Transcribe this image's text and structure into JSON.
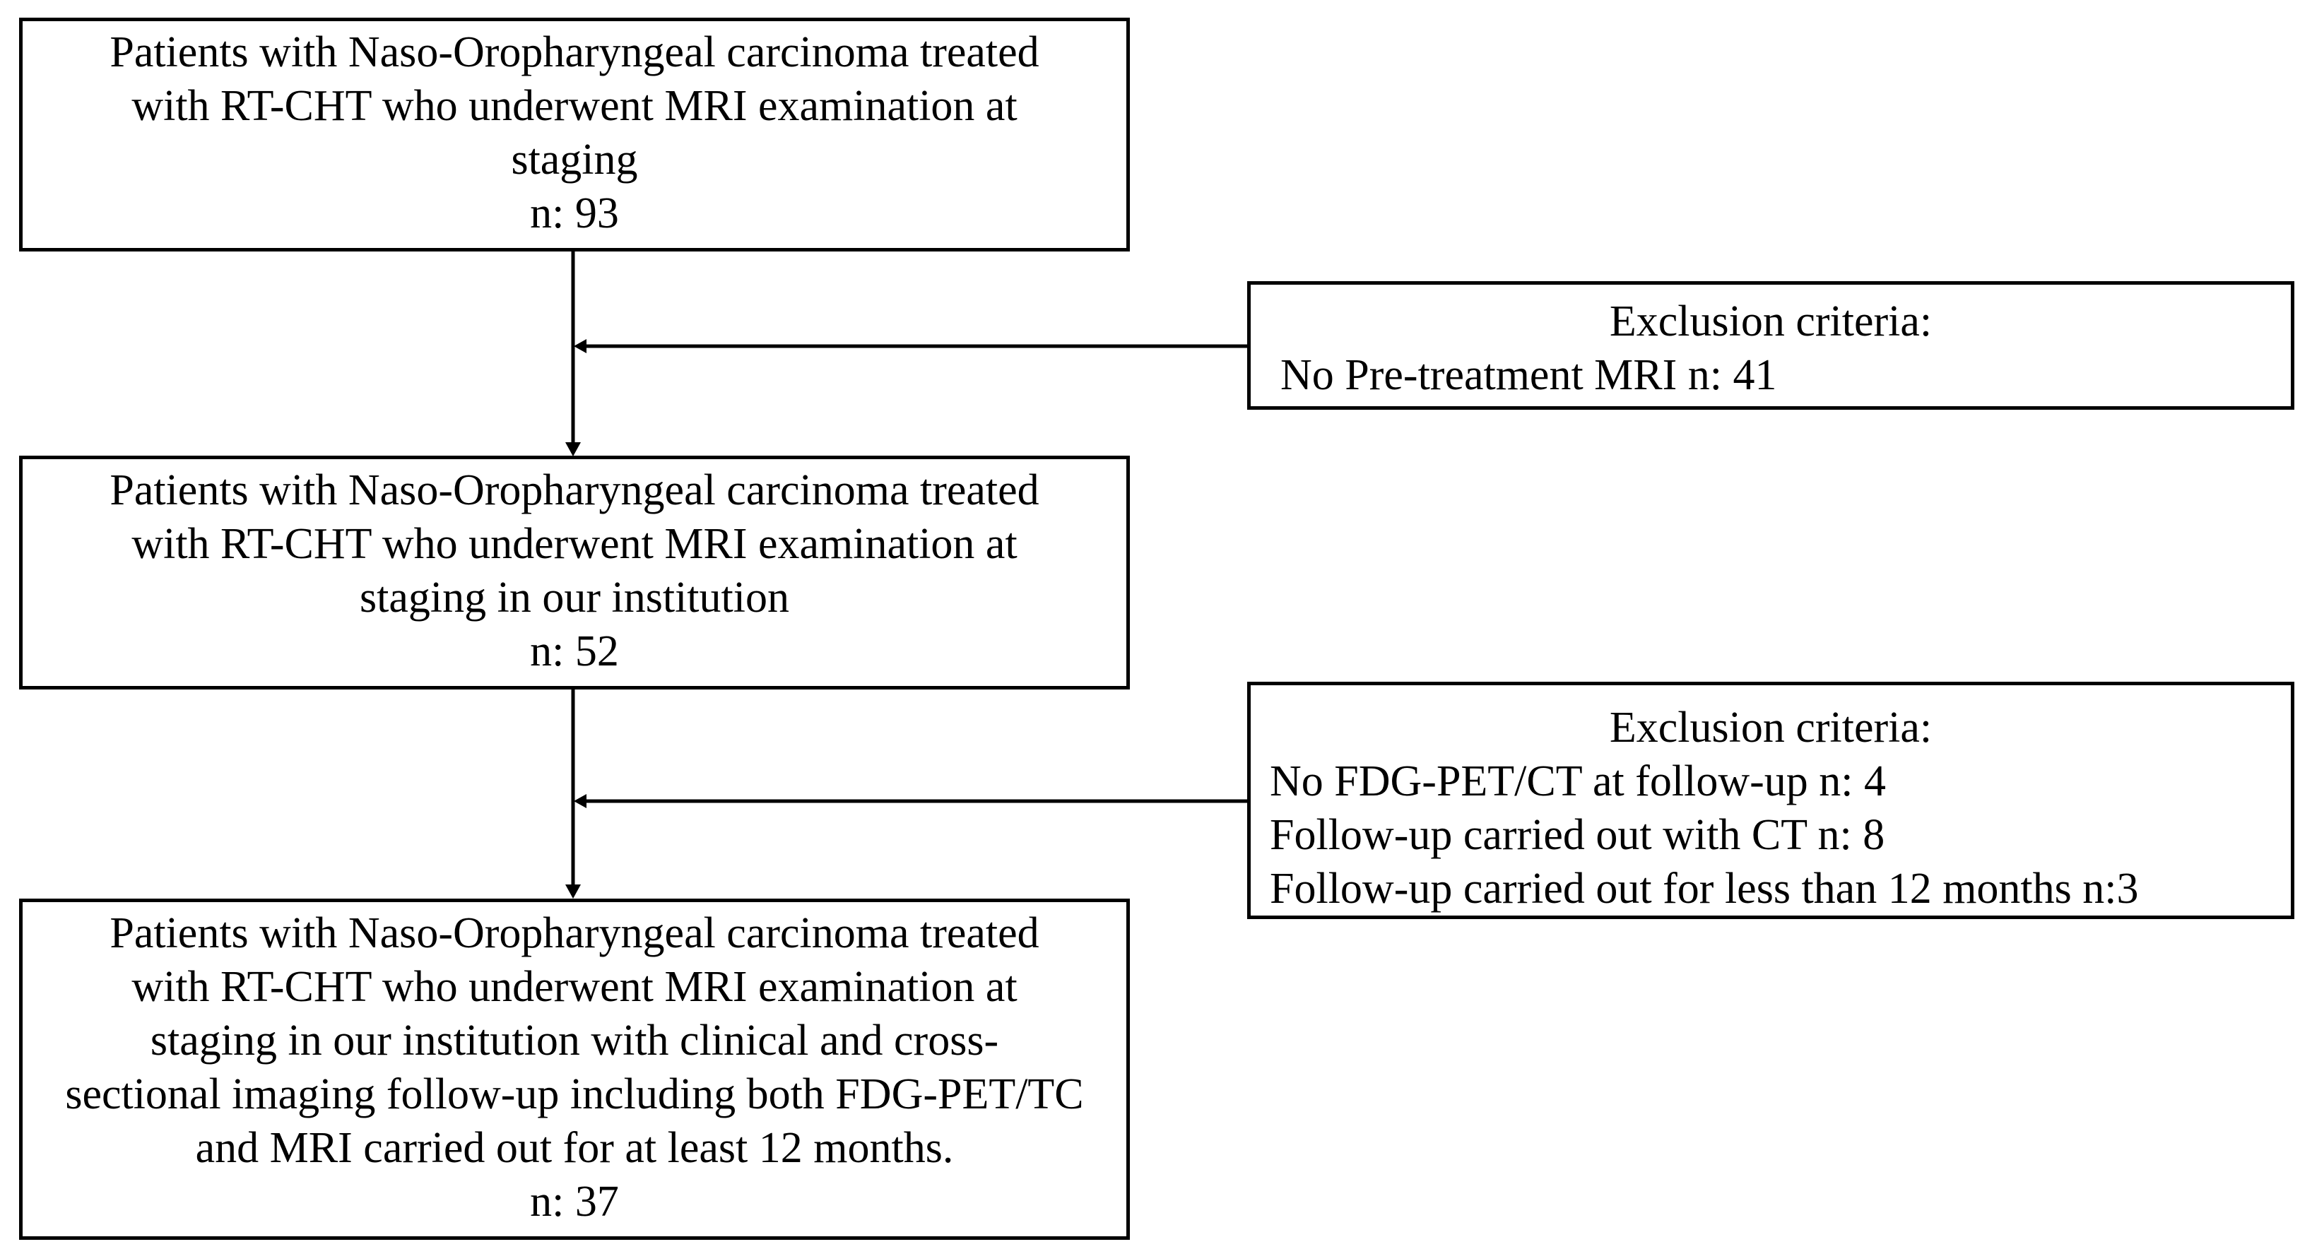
{
  "flowchart": {
    "stage1": {
      "lines": [
        "Patients with Naso-Oropharyngeal carcinoma treated",
        "with RT-CHT who underwent MRI examination at",
        "staging",
        "n: 93"
      ]
    },
    "exclusion1": {
      "heading": "Exclusion criteria:",
      "items": [
        "No Pre-treatment MRI n: 41"
      ]
    },
    "stage2": {
      "lines": [
        "Patients with Naso-Oropharyngeal carcinoma treated",
        "with RT-CHT who underwent MRI examination at",
        "staging in our institution",
        "n: 52"
      ]
    },
    "exclusion2": {
      "heading": "Exclusion criteria:",
      "items": [
        "No FDG-PET/CT at follow-up n: 4",
        "Follow-up carried out with CT n: 8",
        "Follow-up carried out for less than 12 months n:3"
      ]
    },
    "stage3": {
      "lines": [
        "Patients with Naso-Oropharyngeal carcinoma treated",
        "with RT-CHT who underwent MRI examination at",
        "staging in our institution with clinical and cross-",
        "sectional imaging follow-up including both FDG-PET/TC",
        "and MRI carried out for at least 12 months.",
        "n: 37"
      ]
    },
    "colors": {
      "stroke": "#000000",
      "background": "#ffffff"
    }
  }
}
